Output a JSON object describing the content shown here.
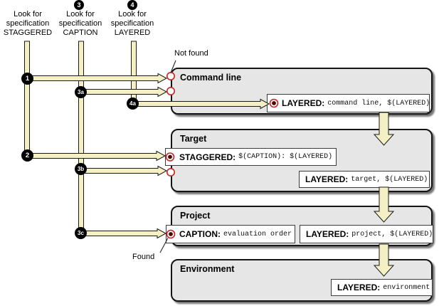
{
  "lookups": [
    {
      "badge": "",
      "line1": "Look for",
      "line2": "specification",
      "line3": "STAGGERED"
    },
    {
      "badge": "3",
      "line1": "Look for",
      "line2": "specification",
      "line3": "CAPTION"
    },
    {
      "badge": "4",
      "line1": "Look for",
      "line2": "specification",
      "line3": "LAYERED"
    }
  ],
  "flow_badges": {
    "b1": "1",
    "b2": "2",
    "b3a": "3a",
    "b3b": "3b",
    "b3c": "3c",
    "b4a": "4a"
  },
  "annotations": {
    "not_found": "Not found",
    "found": "Found"
  },
  "scopes": [
    {
      "title": "Command line",
      "entries": [
        {
          "name": "LAYERED:",
          "value": "command line, $(LAYERED)",
          "marker": "found"
        }
      ]
    },
    {
      "title": "Target",
      "entries": [
        {
          "name": "STAGGERED:",
          "value": "$(CAPTION): $(LAYERED)",
          "marker": "found"
        },
        {
          "name": "LAYERED:",
          "value": "target, $(LAYERED)",
          "marker": "none"
        }
      ]
    },
    {
      "title": "Project",
      "entries": [
        {
          "name": "CAPTION:",
          "value": "evaluation order",
          "marker": "found"
        },
        {
          "name": "LAYERED:",
          "value": "project, $(LAYERED)",
          "marker": "none"
        }
      ]
    },
    {
      "title": "Environment",
      "entries": [
        {
          "name": "LAYERED:",
          "value": "environment",
          "marker": "none"
        }
      ]
    }
  ],
  "colors": {
    "arrow_fill": "#f4f0c3",
    "scope_fill": "#e6e6e6",
    "marker_ring": "#cc2222",
    "marker_core": "#4d0000"
  }
}
